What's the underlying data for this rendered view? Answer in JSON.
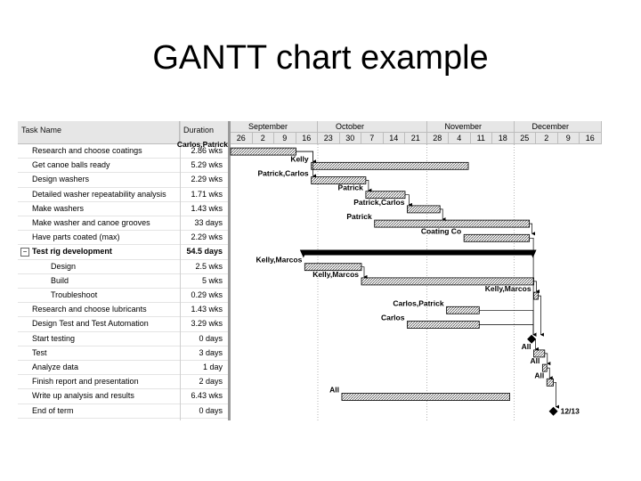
{
  "slide": {
    "title": "GANTT chart example"
  },
  "table": {
    "columns": {
      "name": "Task Name",
      "duration": "Duration"
    },
    "rows": [
      {
        "name": "Research and choose coatings",
        "duration": "2.86 wks",
        "summary": false,
        "indent": false
      },
      {
        "name": "Get canoe balls ready",
        "duration": "5.29 wks",
        "summary": false,
        "indent": false
      },
      {
        "name": "Design washers",
        "duration": "2.29 wks",
        "summary": false,
        "indent": false
      },
      {
        "name": "Detailed washer repeatability analysis",
        "duration": "1.71 wks",
        "summary": false,
        "indent": false
      },
      {
        "name": "Make washers",
        "duration": "1.43 wks",
        "summary": false,
        "indent": false
      },
      {
        "name": "Make washer and canoe grooves",
        "duration": "33 days",
        "summary": false,
        "indent": false
      },
      {
        "name": "Have parts coated (max)",
        "duration": "2.29 wks",
        "summary": false,
        "indent": false
      },
      {
        "name": "Test rig development",
        "duration": "54.5 days",
        "summary": true,
        "indent": false,
        "toggle": "−"
      },
      {
        "name": "Design",
        "duration": "2.5 wks",
        "summary": false,
        "indent": true
      },
      {
        "name": "Build",
        "duration": "5 wks",
        "summary": false,
        "indent": true
      },
      {
        "name": "Troubleshoot",
        "duration": "0.29 wks",
        "summary": false,
        "indent": true
      },
      {
        "name": "Research and choose lubricants",
        "duration": "1.43 wks",
        "summary": false,
        "indent": false
      },
      {
        "name": "Design Test and Test Automation",
        "duration": "3.29 wks",
        "summary": false,
        "indent": false
      },
      {
        "name": "Start testing",
        "duration": "0 days",
        "summary": false,
        "indent": false
      },
      {
        "name": "Test",
        "duration": "3 days",
        "summary": false,
        "indent": false
      },
      {
        "name": "Analyze data",
        "duration": "1 day",
        "summary": false,
        "indent": false
      },
      {
        "name": "Finish report and presentation",
        "duration": "2 days",
        "summary": false,
        "indent": false
      },
      {
        "name": "Write up analysis and results",
        "duration": "6.43 wks",
        "summary": false,
        "indent": false
      },
      {
        "name": "End of term",
        "duration": "0 days",
        "summary": false,
        "indent": false
      }
    ]
  },
  "timeline": {
    "months": [
      "September",
      "October",
      "November",
      "December"
    ],
    "weeks": [
      "26",
      "2",
      "9",
      "16",
      "23",
      "30",
      "7",
      "14",
      "21",
      "28",
      "4",
      "11",
      "18",
      "25",
      "2",
      "9",
      "16"
    ],
    "tasks": [
      {
        "kind": "bar",
        "start_week": 0.0,
        "end_week": 3.0,
        "label": "Carlos,Patrick",
        "label_side": "left"
      },
      {
        "kind": "bar",
        "start_week": 3.7,
        "end_week": 10.9,
        "label": "Kelly",
        "label_side": "left"
      },
      {
        "kind": "bar",
        "start_week": 3.7,
        "end_week": 6.2,
        "label": "Patrick,Carlos",
        "label_side": "left"
      },
      {
        "kind": "bar",
        "start_week": 6.2,
        "end_week": 8.0,
        "label": "Patrick",
        "label_side": "left"
      },
      {
        "kind": "bar",
        "start_week": 8.1,
        "end_week": 9.6,
        "label": "Patrick,Carlos",
        "label_side": "left"
      },
      {
        "kind": "bar",
        "start_week": 6.6,
        "end_week": 13.7,
        "label": "Patrick",
        "label_side": "left"
      },
      {
        "kind": "bar",
        "start_week": 10.7,
        "end_week": 13.7,
        "label": "Coating Co",
        "label_side": "left"
      },
      {
        "kind": "summary",
        "start_week": 3.3,
        "end_week": 13.9,
        "label": "",
        "label_side": "left"
      },
      {
        "kind": "bar",
        "start_week": 3.4,
        "end_week": 6.0,
        "label": "Kelly,Marcos",
        "label_side": "left"
      },
      {
        "kind": "bar",
        "start_week": 6.0,
        "end_week": 13.9,
        "label": "Kelly,Marcos",
        "label_side": "left"
      },
      {
        "kind": "bar",
        "start_week": 13.9,
        "end_week": 14.1,
        "label": "Kelly,Marcos",
        "label_side": "left"
      },
      {
        "kind": "bar",
        "start_week": 9.9,
        "end_week": 11.4,
        "label": "Carlos,Patrick",
        "label_side": "left"
      },
      {
        "kind": "bar",
        "start_week": 8.1,
        "end_week": 11.4,
        "label": "Carlos",
        "label_side": "left"
      },
      {
        "kind": "milestone",
        "start_week": 13.8,
        "end_week": 13.8,
        "label": "",
        "label_side": "left"
      },
      {
        "kind": "bar",
        "start_week": 13.9,
        "end_week": 14.4,
        "label": "All",
        "label_side": "left"
      },
      {
        "kind": "bar",
        "start_week": 14.3,
        "end_week": 14.5,
        "label": "All",
        "label_side": "left"
      },
      {
        "kind": "bar",
        "start_week": 14.5,
        "end_week": 14.8,
        "label": "All",
        "label_side": "left"
      },
      {
        "kind": "bar",
        "start_week": 5.1,
        "end_week": 12.8,
        "label": "All",
        "label_side": "left"
      },
      {
        "kind": "milestone",
        "start_week": 14.8,
        "end_week": 14.8,
        "label": "12/13",
        "label_side": "right"
      }
    ]
  }
}
